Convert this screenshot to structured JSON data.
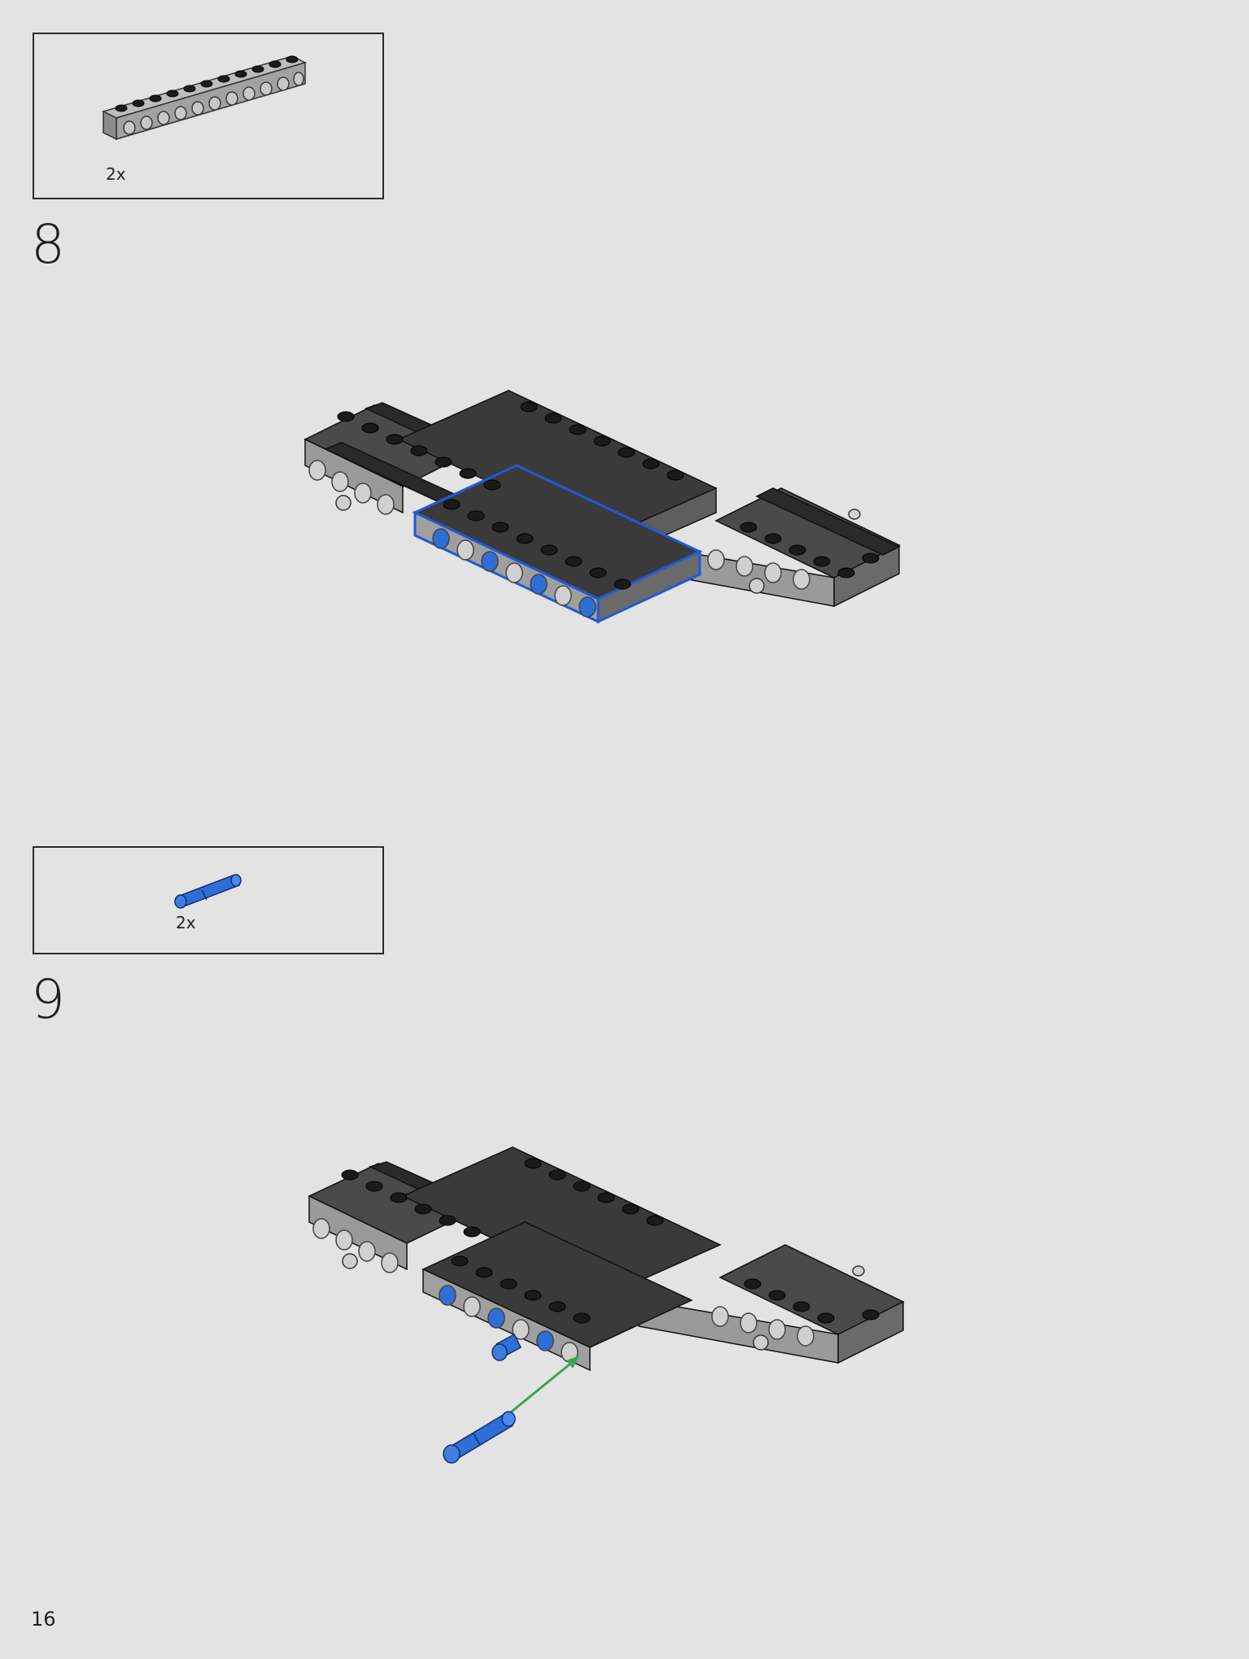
{
  "page_number": "16",
  "steps": [
    {
      "number": "8",
      "parts": [
        {
          "name": "technic-beam-11-icon",
          "quantity": "2x"
        }
      ]
    },
    {
      "number": "9",
      "parts": [
        {
          "name": "technic-pin-icon",
          "quantity": "2x"
        }
      ]
    }
  ],
  "colors": {
    "background": "#e3e3e3",
    "highlight": "#1f5ad8",
    "arrow": "#3da35a",
    "beam_light": "#9e9e9e",
    "beam_dark": "#2e2e2e",
    "pin_blue": "#2d6fd6"
  }
}
